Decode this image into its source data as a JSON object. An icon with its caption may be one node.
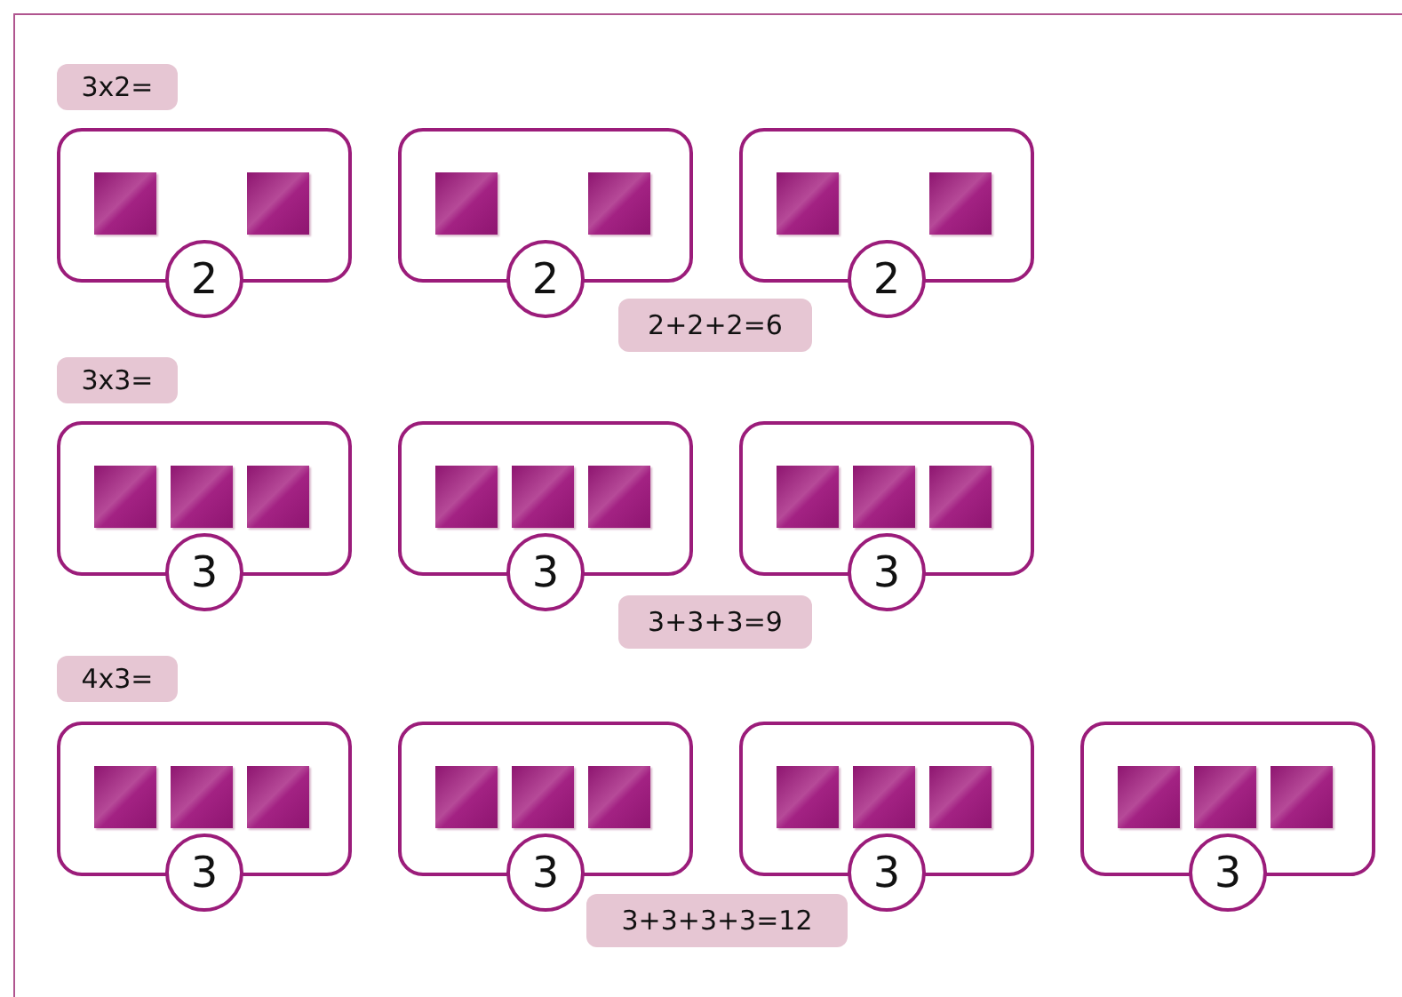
{
  "diagram": {
    "nodes": [
      {
        "text": [
          "3x2="
        ]
      },
      {
        "text": [],
        "shape": "box"
      },
      {
        "text": [],
        "shape": "box",
        "in": 1
      },
      {
        "text": [],
        "shape": "box",
        "in": 1
      },
      {
        "text": [
          "2"
        ]
      },
      {
        "text": [],
        "shape": "box"
      },
      {
        "text": [],
        "shape": "box",
        "in": 5
      },
      {
        "text": [],
        "shape": "box",
        "in": 5
      },
      {
        "text": [
          "2"
        ]
      },
      {
        "text": [],
        "shape": "box"
      },
      {
        "text": [],
        "shape": "box",
        "in": 9
      },
      {
        "text": [],
        "shape": "box",
        "in": 9
      },
      {
        "text": [
          "2"
        ]
      },
      {
        "text": [
          "2+2+2=6"
        ]
      },
      {
        "text": [
          "3x3="
        ]
      },
      {
        "text": [],
        "shape": "box"
      },
      {
        "text": [],
        "shape": "box",
        "in": 15
      },
      {
        "text": [],
        "shape": "box",
        "in": 15
      },
      {
        "text": [],
        "shape": "box",
        "in": 15
      },
      {
        "text": [
          "3"
        ]
      },
      {
        "text": [],
        "shape": "box"
      },
      {
        "text": [],
        "shape": "box",
        "in": 20
      },
      {
        "text": [],
        "shape": "box",
        "in": 20
      },
      {
        "text": [],
        "shape": "box",
        "in": 20
      },
      {
        "text": [
          "3"
        ]
      },
      {
        "text": [],
        "shape": "box"
      },
      {
        "text": [],
        "shape": "box",
        "in": 25
      },
      {
        "text": [],
        "shape": "box",
        "in": 25
      },
      {
        "text": [],
        "shape": "box",
        "in": 25
      },
      {
        "text": [
          "3"
        ]
      },
      {
        "text": [
          "3+3+3=9"
        ]
      },
      {
        "text": [
          "4x3="
        ]
      },
      {
        "text": [],
        "shape": "box"
      },
      {
        "text": [],
        "shape": "box",
        "in": 32
      },
      {
        "text": [],
        "shape": "box",
        "in": 32
      },
      {
        "text": [],
        "shape": "box",
        "in": 32
      },
      {
        "text": [
          "3"
        ]
      },
      {
        "text": [],
        "shape": "box"
      },
      {
        "text": [],
        "shape": "box",
        "in": 37
      },
      {
        "text": [],
        "shape": "box",
        "in": 37
      },
      {
        "text": [],
        "shape": "box",
        "in": 37
      },
      {
        "text": [
          "3"
        ]
      },
      {
        "text": [],
        "shape": "box"
      },
      {
        "text": [],
        "shape": "box",
        "in": 42
      },
      {
        "text": [],
        "shape": "box",
        "in": 42
      },
      {
        "text": [],
        "shape": "box",
        "in": 42
      },
      {
        "text": [
          "3"
        ]
      },
      {
        "text": [],
        "shape": "box"
      },
      {
        "text": [],
        "shape": "box",
        "in": 47
      },
      {
        "text": [],
        "shape": "box",
        "in": 47
      },
      {
        "text": [],
        "shape": "box",
        "in": 47
      },
      {
        "text": [
          "3"
        ]
      },
      {
        "text": [
          "3+3+3+3=12"
        ]
      }
    ]
  }
}
